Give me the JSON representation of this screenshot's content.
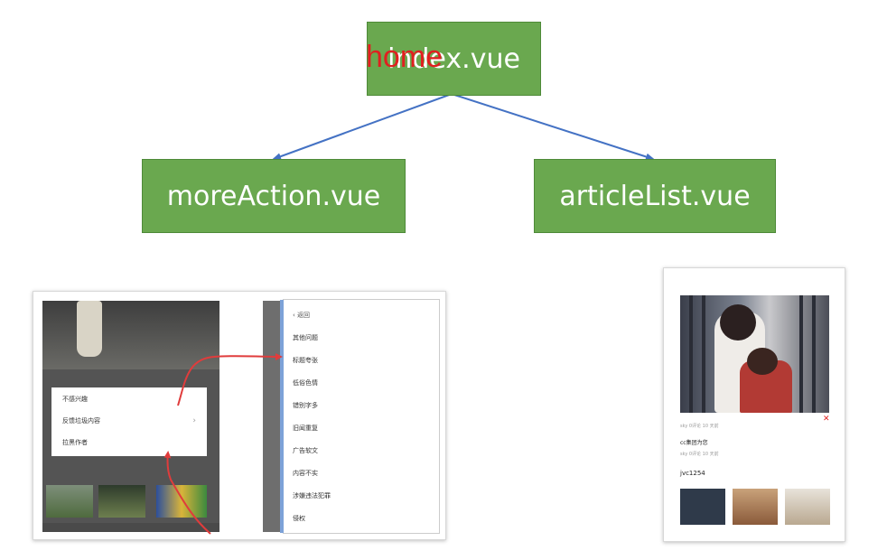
{
  "diagram": {
    "root": "index.vue",
    "overlay_label": "home",
    "children": [
      "moreAction.vue",
      "articleList.vue"
    ]
  },
  "left_screenshot": {
    "menu_items": [
      "不感兴趣",
      "反馈垃圾内容",
      "拉黑作者"
    ],
    "panel_items": [
      "返回",
      "其他问题",
      "标题夸张",
      "低俗色情",
      "错别字多",
      "旧闻重复",
      "广告软文",
      "内容不实",
      "涉嫌违法犯罪",
      "侵权"
    ]
  },
  "right_screenshot": {
    "meta_1": "sky  0评论  10 天前",
    "card_title": "cc集团为您",
    "meta_2": "sky  0评论  10 天前",
    "card_code": "jvc1254",
    "close_glyph": "✕"
  },
  "colors": {
    "node_fill": "#6aa84f",
    "edge": "#4472c4",
    "overlay_text": "#e02020",
    "annotation_arrow": "#e03c3c"
  }
}
